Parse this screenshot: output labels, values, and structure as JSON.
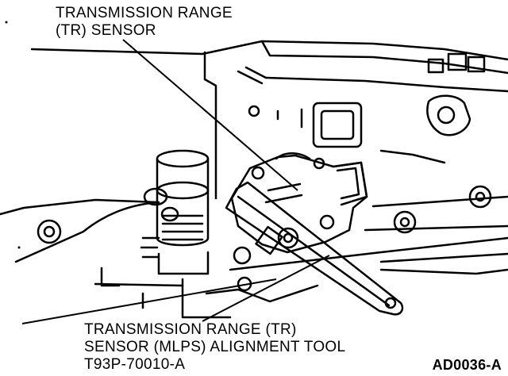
{
  "top_label": {
    "line1": "TRANSMISSION RANGE",
    "line2": "(TR) SENSOR"
  },
  "bottom_label": {
    "line1": "TRANSMISSION RANGE (TR)",
    "line2": "SENSOR (MLPS) ALIGNMENT TOOL",
    "line3": "T93P-70010-A"
  },
  "figure_code": "AD0036-A"
}
